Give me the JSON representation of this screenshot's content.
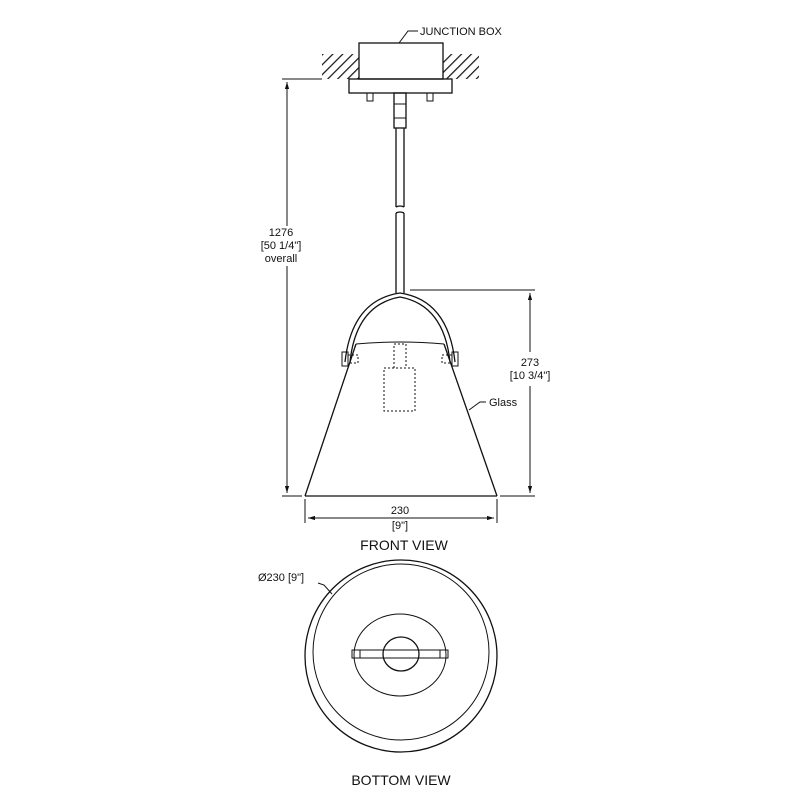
{
  "labels": {
    "junction_box": "JUNCTION BOX",
    "overall_mm": "1276",
    "overall_in": "[50 1/4\"]",
    "overall_word": "overall",
    "shade_height_mm": "273",
    "shade_height_in": "[10 3/4\"]",
    "glass": "Glass",
    "width_mm": "230",
    "width_in": "[9\"]",
    "front_view": "FRONT VIEW",
    "diameter": "Ø230 [9\"]",
    "bottom_view": "BOTTOM VIEW"
  }
}
